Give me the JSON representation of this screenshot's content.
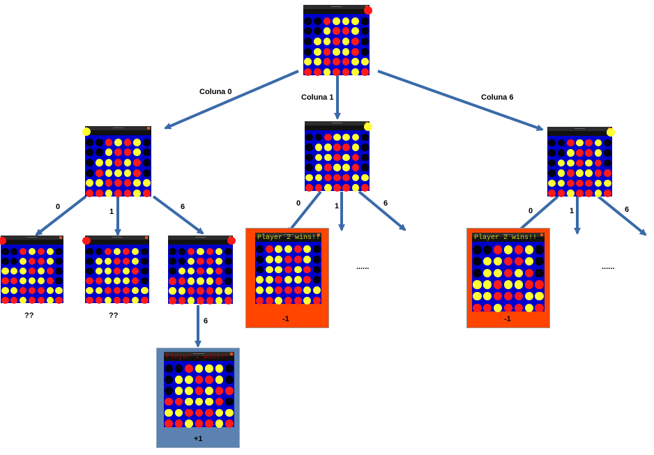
{
  "colors": {
    "board_blue": "#0000cc",
    "red": "#ff1a1a",
    "yellow": "#ffff33",
    "empty": "#000010",
    "arrow": "#3a6aa8",
    "loss_panel": "#ff4500",
    "win_panel": "#5b82b0"
  },
  "edge_labels": {
    "col0": "Coluna 0",
    "col1": "Coluna 1",
    "col6": "Coluna 6",
    "b0": "0",
    "b1": "1",
    "b6": "6",
    "c0": "0",
    "c1": "1",
    "c6": "6",
    "d0": "0",
    "d1": "1",
    "d6": "6",
    "e6": "6"
  },
  "leaf_labels": {
    "unknown_a": "??",
    "unknown_b": "??",
    "ellipsis_mid": "......",
    "ellipsis_right": "......",
    "score_mid": "-1",
    "score_right": "-1",
    "score_win": "+1"
  },
  "messages": {
    "p2_mid": "Player 2 wins!!",
    "p2_right": "Player 2 wins!!",
    "p1": "Player 1 wins!!"
  },
  "boards": {
    "root": {
      "indicator": "red",
      "grid": [
        "EEEEEEE",
        "EERYYYE",
        "EEYRRYE",
        "EYYRYRE",
        "EYRYYRE",
        "YYRRRYY",
        "RRYRRYR"
      ]
    },
    "col0": {
      "indicator": "yellow",
      "grid": [
        "EEEEEEE",
        "EERYRYE",
        "EEYRRYE",
        "EYYRYRE",
        "ERYYYRE",
        "YYRRRYY",
        "RRYRRYR"
      ]
    },
    "col1": {
      "indicator": "yellow",
      "grid": [
        "EEEEEEE",
        "EERYYYE",
        "EYYRRYE",
        "EYYRYRE",
        "EYRYYRE",
        "YYRRRYY",
        "RRYRRYR"
      ]
    },
    "col6": {
      "indicator": "yellow",
      "grid": [
        "EEEEEEE",
        "EERYRYE",
        "EEYRRYE",
        "EYYRYRE",
        "EYRYYRR",
        "YYRRRYY",
        "RRYRRYR"
      ]
    },
    "a0": {
      "indicator": "red",
      "grid": [
        "EEEEEEE",
        "EERYRYE",
        "EEYRRYE",
        "YYYRYRE",
        "RRYYYRE",
        "YYRRRYY",
        "RRYRRYR"
      ]
    },
    "a1": {
      "indicator": "red",
      "grid": [
        "EEEEEEE",
        "EERYRYE",
        "EYYRRYE",
        "EYYRYRE",
        "RRYYYRE",
        "YYRRRYY",
        "RRYRRYR"
      ]
    },
    "a6": {
      "indicator": "red",
      "grid": [
        "EEEEEEE",
        "EERYRYE",
        "EEYRRYE",
        "EYYRYRE",
        "RRYYYRE",
        "YYRRRYY",
        "RRYRRYR"
      ]
    },
    "b0": {
      "indicator": "none",
      "grid": [
        "EEEEEEE",
        "ERYYRYE",
        "EYYRRYE",
        "EYYRYRE",
        "YYRYYRE",
        "YYRRRYY",
        "RRYRRYR"
      ]
    },
    "d0": {
      "indicator": "none",
      "grid": [
        "EEEEEEE",
        "EERYRYE",
        "EYYRRYE",
        "EYYRYRE",
        "YYRYYRR",
        "YYRRRYY",
        "RRYRRYR"
      ]
    },
    "e6": {
      "indicator": "none",
      "grid": [
        "EEEEEEE",
        "EERYYYE",
        "EYYRRYE",
        "EYYRYRR",
        "RRYYYRE",
        "YYRRRYY",
        "RRYRRYR"
      ]
    }
  }
}
